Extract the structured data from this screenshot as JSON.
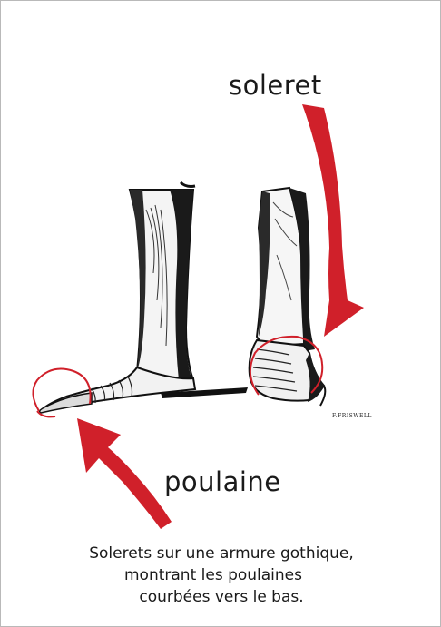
{
  "labels": {
    "soleret": "soleret",
    "poulaine": "poulaine"
  },
  "caption": {
    "line1": "Solerets sur une armure gothique,",
    "line2": "montrant les poulaines",
    "line3": "courbées vers le bas."
  },
  "signature": "F.FRISWELL",
  "colors": {
    "annotation_red": "#d0202a",
    "ink": "#111111",
    "border": "#b9b9b9"
  }
}
